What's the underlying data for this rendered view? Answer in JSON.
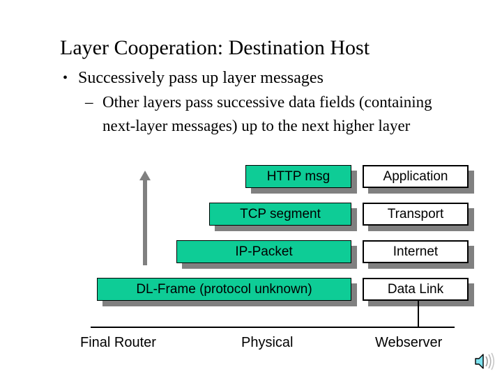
{
  "slide": {
    "title": "Layer Cooperation: Destination Host",
    "bullets": [
      {
        "marker": "•",
        "text": "Successively pass up layer messages",
        "level": 1
      },
      {
        "marker": "–",
        "text": "Other layers pass successive data fields (containing next-layer messages) up to the next higher layer",
        "level": 2
      }
    ]
  },
  "diagram": {
    "arrow": {
      "name": "up-arrow",
      "color": "#808080",
      "direction": "up"
    },
    "colors": {
      "pdu_fill": "#0ECC96",
      "layer_fill": "#FFFFFF",
      "shadow": "#808080",
      "outline": "#000000"
    },
    "rows": [
      {
        "pdu": "HTTP msg",
        "layer": "Application"
      },
      {
        "pdu": "TCP segment",
        "layer": "Transport"
      },
      {
        "pdu": "IP-Packet",
        "layer": "Internet"
      },
      {
        "pdu": "DL-Frame (protocol unknown)",
        "layer": "Data Link"
      }
    ],
    "baseline_labels": [
      {
        "text": "Final Router"
      },
      {
        "text": "Physical"
      },
      {
        "text": "Webserver"
      }
    ]
  },
  "media": {
    "sound_icon": "speaker-icon"
  }
}
